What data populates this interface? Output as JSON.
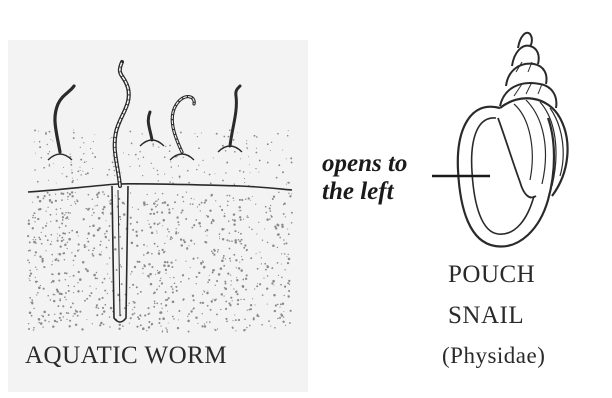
{
  "worm_panel": {
    "caption": "AQUATIC WORM"
  },
  "snail_panel": {
    "annotation_line1": "opens to",
    "annotation_line2": "the left",
    "name_line1": "POUCH",
    "name_line2": "SNAIL",
    "family": "(Physidae)"
  },
  "colors": {
    "ink": "#2a2a2a",
    "sediment_dots": "#8a8a8a",
    "panel_background": "#f3f3f3"
  }
}
